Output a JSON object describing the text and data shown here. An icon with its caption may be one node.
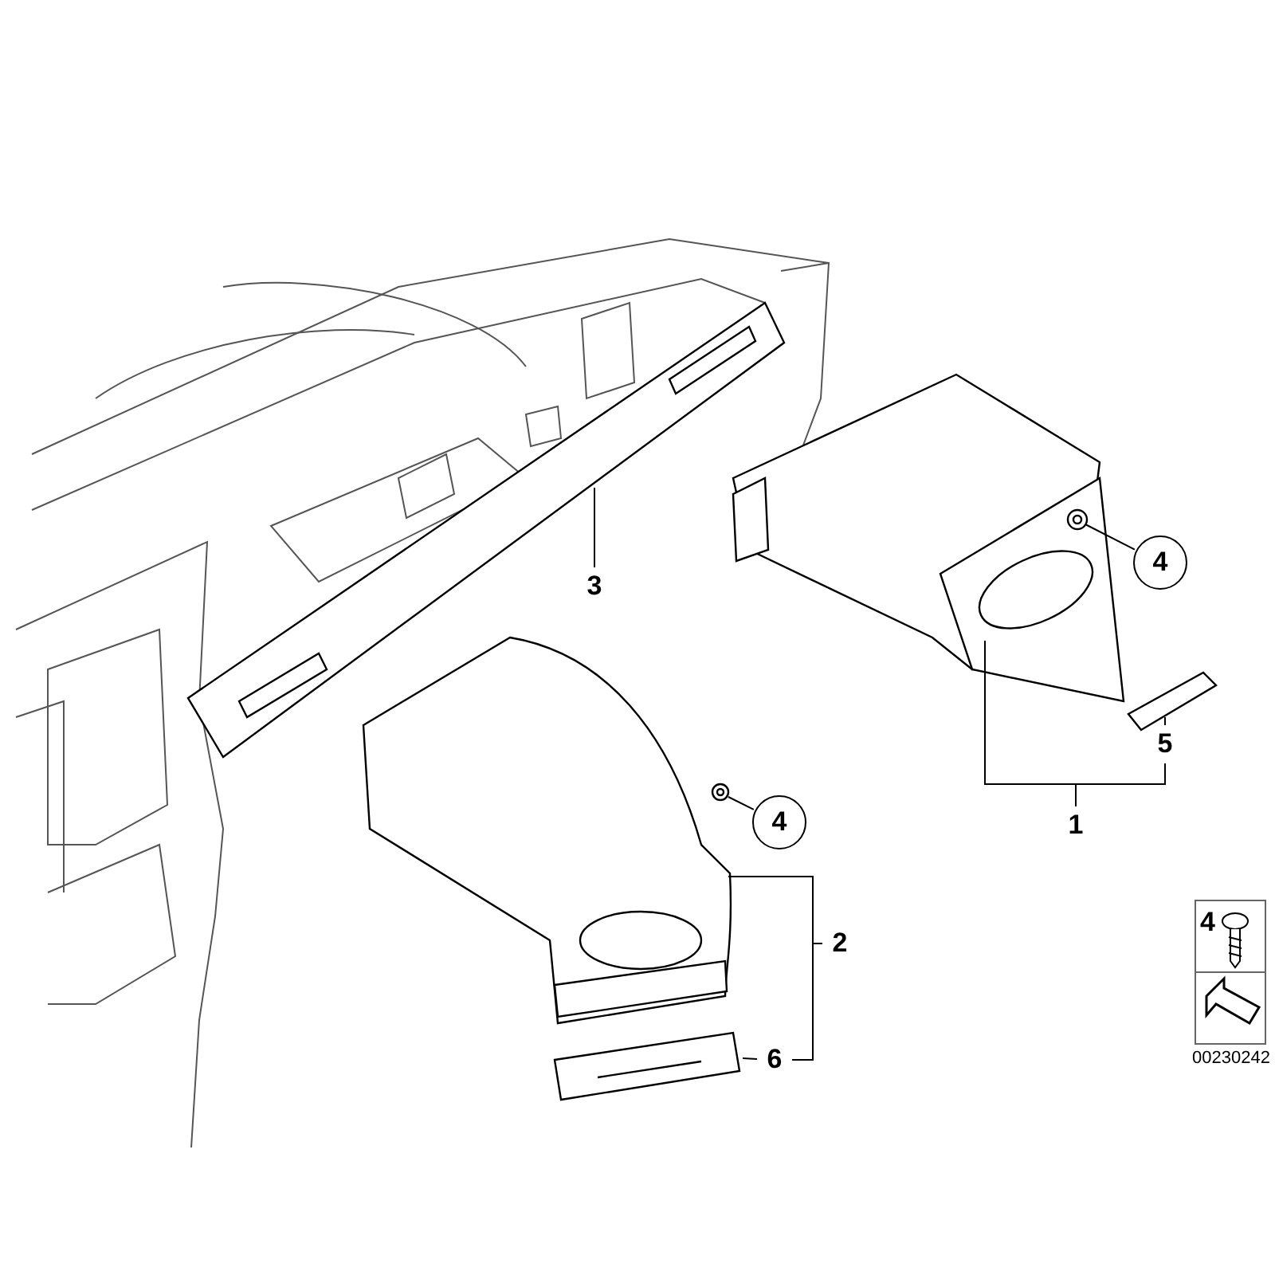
{
  "diagram": {
    "nodes": [
      {
        "text": [
          "3"
        ]
      },
      {
        "text": [],
        "shape": "picture"
      },
      {
        "text": [
          "4"
        ]
      },
      {
        "text": [],
        "shape": "picture"
      },
      {
        "text": [],
        "shape": "picture",
        "in": 3
      },
      {
        "text": [
          "1"
        ]
      },
      {
        "text": [
          "5"
        ]
      },
      {
        "text": [],
        "shape": "picture"
      },
      {
        "text": [
          "4"
        ]
      },
      {
        "text": [],
        "shape": "picture"
      },
      {
        "text": [
          "2"
        ]
      },
      {
        "text": [],
        "shape": "picture"
      },
      {
        "text": [
          "6"
        ]
      },
      {
        "text": [],
        "shape": "picture"
      }
    ],
    "edges": [
      {
        "from": 0,
        "to": 1,
        "arrow": "none"
      },
      {
        "from": 2,
        "to": 4,
        "arrow": "none"
      },
      {
        "from": 5,
        "to": 3,
        "arrow": "none"
      },
      {
        "from": 5,
        "to": 6,
        "arrow": "none"
      },
      {
        "from": 6,
        "to": 7,
        "arrow": "none"
      },
      {
        "from": 8,
        "to": 9,
        "arrow": "none"
      },
      {
        "from": 10,
        "to": 11,
        "arrow": "none"
      },
      {
        "from": 10,
        "to": 12,
        "arrow": "none"
      },
      {
        "from": 12,
        "to": 13,
        "arrow": "none"
      }
    ],
    "labels": [
      "4",
      "00230242"
    ]
  }
}
